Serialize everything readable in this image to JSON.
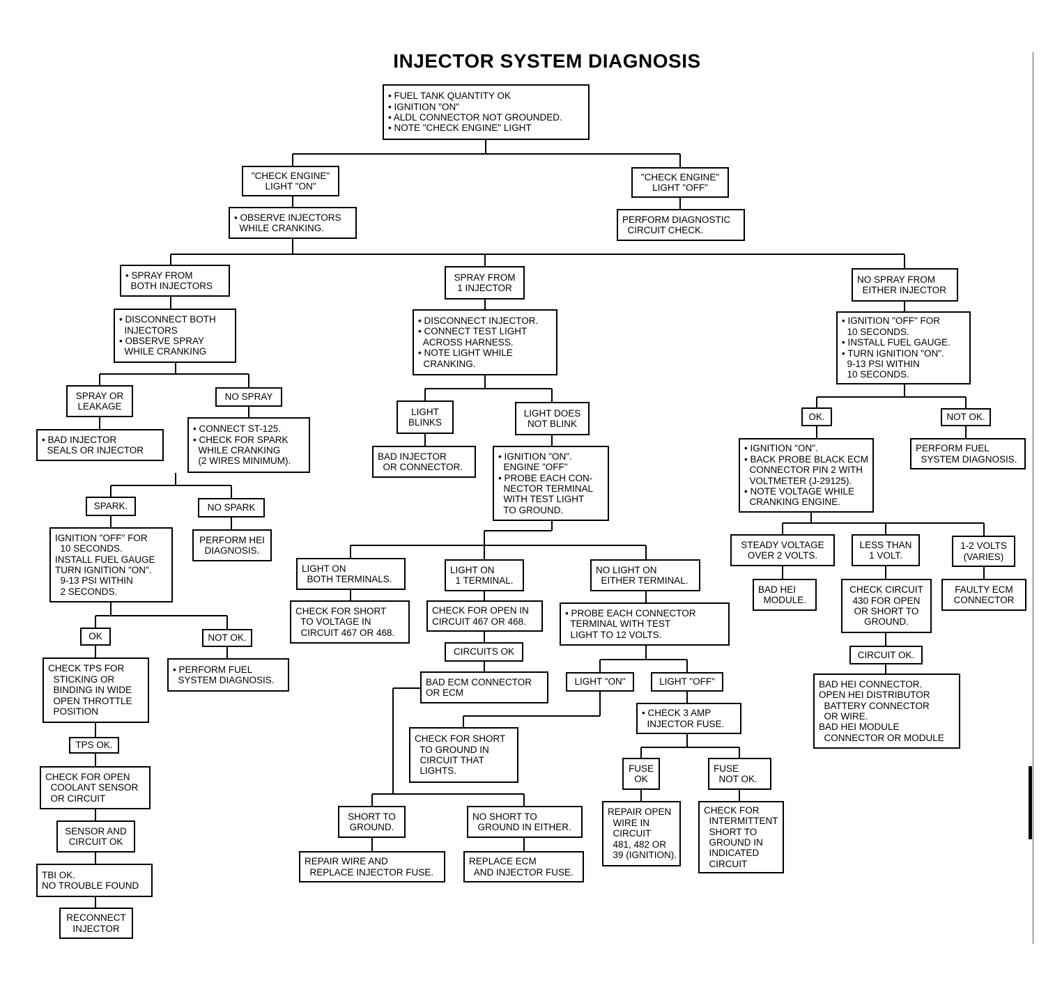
{
  "title": "INJECTOR SYSTEM DIAGNOSIS",
  "nodes": {
    "start": [
      "• FUEL TANK QUANTITY OK",
      "• IGNITION \"ON\"",
      "• ALDL CONNECTOR NOT GROUNDED.",
      "• NOTE \"CHECK ENGINE\" LIGHT"
    ],
    "ce_on": [
      "\"CHECK ENGINE\"",
      "LIGHT \"ON\""
    ],
    "ce_off": [
      "\"CHECK ENGINE\"",
      "LIGHT \"OFF\""
    ],
    "observe": [
      "• OBSERVE INJECTORS",
      "  WHILE CRANKING."
    ],
    "perform_diag": [
      "PERFORM DIAGNOSTIC",
      "  CIRCUIT CHECK."
    ],
    "spray_both": [
      "• SPRAY FROM",
      "  BOTH INJECTORS"
    ],
    "spray_one": [
      "SPRAY FROM",
      "1 INJECTOR"
    ],
    "no_spray_either": [
      "NO SPRAY FROM",
      "  EITHER INJECTOR"
    ],
    "disconnect_both": [
      "• DISCONNECT BOTH",
      "  INJECTORS",
      "• OBSERVE SPRAY",
      "  WHILE CRANKING"
    ],
    "spray_leak": [
      "SPRAY OR",
      "LEAKAGE"
    ],
    "no_spray": [
      "NO SPRAY"
    ],
    "bad_seals": [
      "• BAD INJECTOR",
      "  SEALS OR INJECTOR"
    ],
    "connect_st": [
      "• CONNECT ST-125.",
      "• CHECK FOR SPARK",
      "  WHILE CRANKING",
      "  (2 WIRES MINIMUM)."
    ],
    "spark": [
      "SPARK."
    ],
    "no_spark": [
      "NO SPARK"
    ],
    "perform_hei": [
      "PERFORM HEI",
      "DIAGNOSIS."
    ],
    "ign_off_left": [
      "IGNITION \"OFF\" FOR",
      "  10 SECONDS.",
      "INSTALL FUEL GAUGE",
      "TURN IGNITION \"ON\".",
      "  9-13 PSI WITHIN",
      "  2 SECONDS."
    ],
    "ok_left": [
      "OK"
    ],
    "not_ok_left": [
      "NOT OK."
    ],
    "check_tps": [
      "CHECK TPS FOR",
      "  STICKING OR",
      "  BINDING IN WIDE",
      "  OPEN THROTTLE",
      "  POSITION"
    ],
    "perform_fuel_left": [
      "• PERFORM FUEL",
      "  SYSTEM DIAGNOSIS."
    ],
    "tps_ok": [
      "TPS OK."
    ],
    "check_open_coolant": [
      "CHECK FOR OPEN",
      "  COOLANT SENSOR",
      "  OR CIRCUIT"
    ],
    "sensor_ok": [
      "SENSOR AND",
      "CIRCUIT OK"
    ],
    "tbi_ok": [
      "TBI OK.",
      "NO TROUBLE FOUND"
    ],
    "reconnect": [
      "RECONNECT",
      "INJECTOR"
    ],
    "disconnect_inj": [
      "• DISCONNECT INJECTOR.",
      "• CONNECT TEST LIGHT",
      "  ACROSS HARNESS.",
      "• NOTE LIGHT WHILE",
      "  CRANKING."
    ],
    "light_blinks": [
      "LIGHT",
      "BLINKS"
    ],
    "light_not_blink": [
      "LIGHT DOES",
      "NOT BLINK"
    ],
    "bad_inj_conn": [
      "BAD INJECTOR",
      "  OR CONNECTOR."
    ],
    "ign_on_probe": [
      "• IGNITION \"ON\".",
      "  ENGINE \"OFF\"",
      "• PROBE EACH CON-",
      "  NECTOR TERMINAL",
      "  WITH TEST LIGHT",
      "  TO GROUND."
    ],
    "light_both": [
      "LIGHT ON",
      "  BOTH TERMINALS."
    ],
    "light_one": [
      "LIGHT ON",
      "  1 TERMINAL."
    ],
    "no_light": [
      "NO LIGHT ON",
      "  EITHER TERMINAL."
    ],
    "check_short_voltage": [
      "CHECK FOR SHORT",
      "  TO VOLTAGE IN",
      "  CIRCUIT 467 OR 468."
    ],
    "check_open_467": [
      "CHECK FOR OPEN IN",
      "CIRCUIT 467 OR 468."
    ],
    "circuits_ok": [
      "CIRCUITS OK"
    ],
    "bad_ecm_conn": [
      "BAD ECM CONNECTOR",
      "OR ECM"
    ],
    "probe_12v": [
      "• PROBE EACH CONNECTOR",
      "  TERMINAL WITH TEST",
      "  LIGHT TO 12 VOLTS."
    ],
    "light_on_q": [
      "LIGHT \"ON\""
    ],
    "light_off_q": [
      "LIGHT \"OFF\""
    ],
    "check_short_ground": [
      "CHECK FOR SHORT",
      "  TO GROUND IN",
      "  CIRCUIT THAT",
      "  LIGHTS."
    ],
    "check_3amp": [
      "• CHECK 3 AMP",
      "  INJECTOR FUSE."
    ],
    "fuse_ok": [
      "FUSE",
      "OK"
    ],
    "fuse_not_ok": [
      "FUSE",
      "  NOT OK."
    ],
    "short_ground": [
      "SHORT TO",
      "GROUND."
    ],
    "no_short_ground": [
      "NO SHORT TO",
      "  GROUND IN EITHER."
    ],
    "repair_wire_fuse": [
      "REPAIR WIRE AND",
      "  REPLACE INJECTOR FUSE."
    ],
    "replace_ecm": [
      "REPLACE ECM",
      "  AND INJECTOR FUSE."
    ],
    "repair_open": [
      "REPAIR OPEN",
      "  WIRE IN",
      "  CIRCUIT",
      "  481, 482 OR",
      "  39 (IGNITION)."
    ],
    "check_intermittent": [
      "CHECK FOR",
      "  INTERMITTENT",
      "  SHORT TO",
      "  GROUND IN",
      "  INDICATED",
      "  CIRCUIT"
    ],
    "ign_off_right": [
      "• IGNITION \"OFF\" FOR",
      "  10 SECONDS.",
      "• INSTALL FUEL GAUGE.",
      "• TURN IGNITION \"ON\".",
      "  9-13 PSI WITHIN",
      "  10 SECONDS."
    ],
    "ok_right": [
      "OK."
    ],
    "not_ok_right": [
      "NOT OK."
    ],
    "perform_fuel_right": [
      "PERFORM FUEL",
      "  SYSTEM DIAGNOSIS."
    ],
    "back_probe": [
      "• IGNITION \"ON\".",
      "• BACK PROBE BLACK ECM",
      "  CONNECTOR PIN 2 WITH",
      "  VOLTMETER (J-29125).",
      "• NOTE VOLTAGE WHILE",
      "  CRANKING ENGINE."
    ],
    "steady_voltage": [
      "STEADY VOLTAGE",
      "OVER 2 VOLTS."
    ],
    "less_than_1v": [
      "LESS THAN",
      "1 VOLT."
    ],
    "v_1_2": [
      "1-2 VOLTS",
      "(VARIES)"
    ],
    "bad_hei_module": [
      "BAD HEI",
      "  MODULE."
    ],
    "check_430": [
      "CHECK CIRCUIT",
      "430 FOR OPEN",
      "OR SHORT TO",
      "GROUND."
    ],
    "faulty_ecm": [
      "FAULTY ECM",
      "CONNECTOR"
    ],
    "circuit_ok": [
      "CIRCUIT OK."
    ],
    "bad_hei_conn": [
      "BAD HEI CONNECTOR.",
      "OPEN HEI DISTRIBUTOR",
      "  BATTERY CONNECTOR",
      "  OR WIRE.",
      "BAD HEI MODULE",
      "  CONNECTOR OR MODULE"
    ]
  }
}
